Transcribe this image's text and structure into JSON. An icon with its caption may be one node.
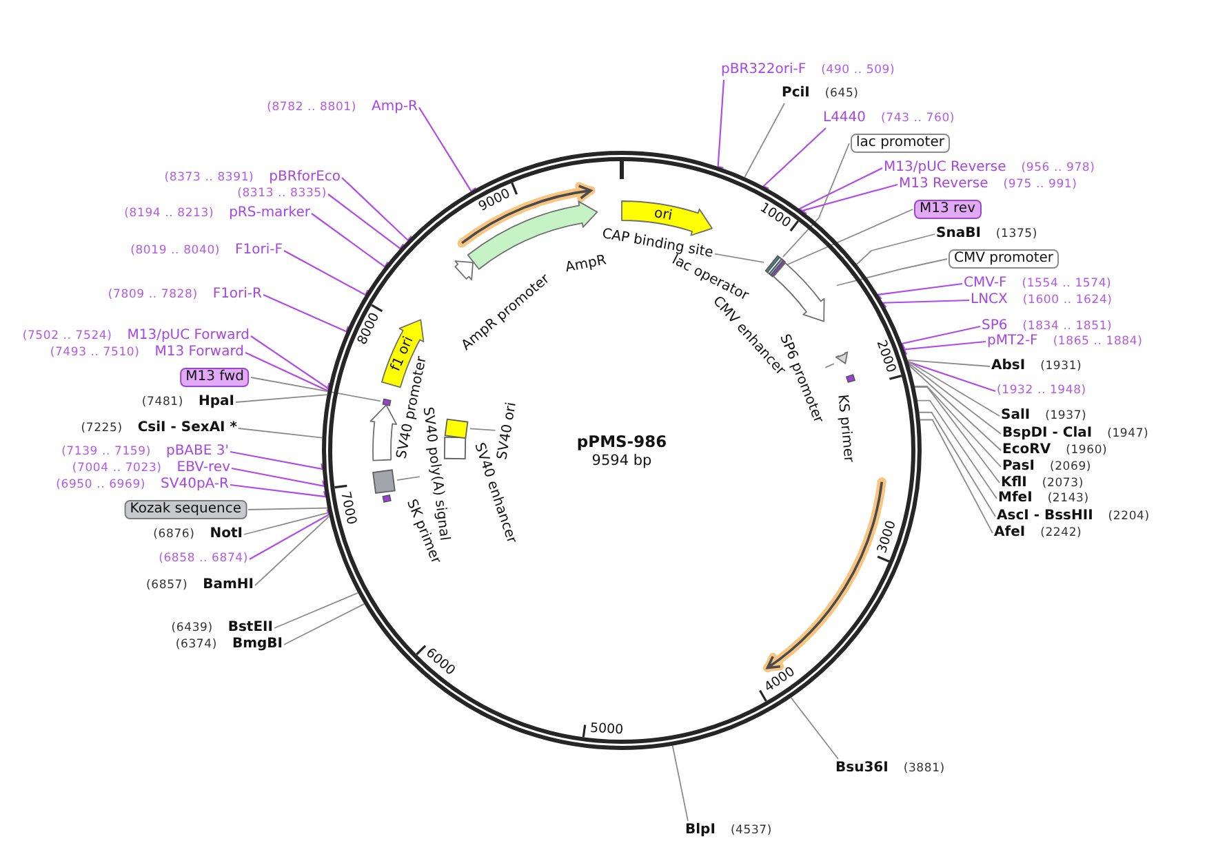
{
  "diagram": {
    "nodes": [
      {
        "text": [
          "pPMS-986",
          "9594 bp"
        ]
      },
      {
        "text": [],
        "shape": "arc",
        "in": 0
      },
      {
        "text": [
          "AmpR promoter"
        ],
        "in": 0
      },
      {
        "text": [
          "AmpR"
        ],
        "in": 0
      },
      {
        "text": [
          "ori"
        ],
        "in": 0
      },
      {
        "text": [],
        "shape": "bar",
        "in": 0
      },
      {
        "text": [],
        "shape": "bar",
        "in": 0
      },
      {
        "text": [
          "lac operator"
        ],
        "in": 0
      },
      {
        "text": [],
        "shape": "bar",
        "in": 0
      },
      {
        "text": [
          "CMV enhancer"
        ],
        "in": 0
      },
      {
        "text": [],
        "shape": "arrow",
        "in": 0
      },
      {
        "text": [
          "SP6 promoter"
        ],
        "in": 0
      },
      {
        "text": [
          "KS primer"
        ],
        "in": 0
      },
      {
        "text": [],
        "shape": "arc",
        "in": 0
      },
      {
        "text": [
          "SK primer"
        ],
        "in": 0
      },
      {
        "text": [],
        "shape": "box",
        "in": 0
      },
      {
        "text": [
          "SV40 poly(A) signal"
        ],
        "in": 0
      },
      {
        "text": [
          "SV40 promoter"
        ],
        "in": 0
      },
      {
        "text": [],
        "shape": "bar",
        "in": 0
      },
      {
        "text": [
          "f1 ori"
        ],
        "in": 0
      },
      {
        "text": [
          "SV40 enhancer"
        ],
        "in": 0
      },
      {
        "text": [],
        "shape": "box",
        "in": 0
      },
      {
        "text": [
          "SV40 ori"
        ],
        "in": 0
      },
      {
        "text": [
          "pBR322ori-F",
          "(490 .. 509)"
        ]
      },
      {
        "text": [
          "PciI",
          "(645)"
        ]
      },
      {
        "text": [
          "L4440",
          "(743 .. 760)"
        ]
      },
      {
        "text": [
          "lac promoter"
        ]
      },
      {
        "text": [
          "M13/pUC Reverse",
          "(956 .. 978)"
        ]
      },
      {
        "text": [
          "M13 Reverse",
          "(975 .. 991)"
        ]
      },
      {
        "text": [
          "M13 rev"
        ]
      },
      {
        "text": [
          "SnaBI",
          "(1375)"
        ]
      },
      {
        "text": [
          "CMV promoter"
        ]
      },
      {
        "text": [
          "CMV-F",
          "(1554 .. 1574)"
        ]
      },
      {
        "text": [
          "LNCX",
          "(1600 .. 1624)"
        ]
      },
      {
        "text": [
          "SP6",
          "(1834 .. 1851)"
        ]
      },
      {
        "text": [
          "pMT2-F",
          "(1865 .. 1884)"
        ]
      },
      {
        "text": [
          "AbsI",
          "(1931)"
        ]
      },
      {
        "text": [
          "(1932 .. 1948)"
        ]
      },
      {
        "text": [
          "SalI",
          "(1937)"
        ]
      },
      {
        "text": [
          "BspDI - ClaI",
          "(1947)"
        ]
      },
      {
        "text": [
          "EcoRV",
          "(1960)"
        ]
      },
      {
        "text": [
          "PasI",
          "(2069)"
        ]
      },
      {
        "text": [
          "KflI",
          "(2073)"
        ]
      },
      {
        "text": [
          "MfeI",
          "(2143)"
        ]
      },
      {
        "text": [
          "AscI - BssHII",
          "(2204)"
        ]
      },
      {
        "text": [
          "AfeI",
          "(2242)"
        ]
      },
      {
        "text": [
          "Bsu36I",
          "(3881)"
        ]
      },
      {
        "text": [
          "BlpI",
          "(4537)"
        ]
      },
      {
        "text": [
          "(8782 .. 8801)",
          "Amp-R"
        ]
      },
      {
        "text": [
          "(8373 .. 8391)",
          "pBRforEco"
        ]
      },
      {
        "text": [
          "(8313 .. 8335)"
        ]
      },
      {
        "text": [
          "(8194 .. 8213)",
          "pRS-marker"
        ]
      },
      {
        "text": [
          "(8019 .. 8040)",
          "F1ori-F"
        ]
      },
      {
        "text": [
          "(7809 .. 7828)",
          "F1ori-R"
        ]
      },
      {
        "text": [
          "(7502 .. 7524)",
          "M13/pUC Forward"
        ]
      },
      {
        "text": [
          "(7493 .. 7510)",
          "M13 Forward"
        ]
      },
      {
        "text": [
          "M13 fwd"
        ]
      },
      {
        "text": [
          "(7481)",
          "HpaI"
        ]
      },
      {
        "text": [
          "(7225)",
          "CsiI - SexAI *"
        ]
      },
      {
        "text": [
          "(7139 .. 7159)",
          "pBABE 3'"
        ]
      },
      {
        "text": [
          "(7004 .. 7023)",
          "EBV-rev"
        ]
      },
      {
        "text": [
          "(6950 .. 6969)",
          "SV40pA-R"
        ]
      },
      {
        "text": [
          "Kozak sequence"
        ]
      },
      {
        "text": [
          "(6876)",
          "NotI"
        ]
      },
      {
        "text": [
          "(6858 .. 6874)"
        ]
      },
      {
        "text": [
          "(6857)",
          "BamHI"
        ]
      },
      {
        "text": [
          "(6439)",
          "BstEII"
        ]
      },
      {
        "text": [
          "(6374)",
          "BmgBI"
        ]
      },
      {
        "text": [
          "CAP binding site"
        ],
        "in": 0
      }
    ],
    "edges": [
      {
        "from": 23,
        "to": 0,
        "arrow": "none",
        "color": "#b04ae8"
      },
      {
        "from": 24,
        "to": 0,
        "arrow": "none"
      },
      {
        "from": 25,
        "to": 0,
        "arrow": "none",
        "color": "#b04ae8"
      },
      {
        "from": 26,
        "to": 6,
        "arrow": "none"
      },
      {
        "from": 27,
        "to": 0,
        "arrow": "none",
        "color": "#b04ae8"
      },
      {
        "from": 28,
        "to": 0,
        "arrow": "none",
        "color": "#b04ae8"
      },
      {
        "from": 29,
        "to": 8,
        "arrow": "none"
      },
      {
        "from": 30,
        "to": 0,
        "arrow": "none"
      },
      {
        "from": 31,
        "to": 9,
        "arrow": "none"
      },
      {
        "from": 32,
        "to": 0,
        "arrow": "none",
        "color": "#b04ae8"
      },
      {
        "from": 33,
        "to": 0,
        "arrow": "none",
        "color": "#b04ae8"
      },
      {
        "from": 34,
        "to": 0,
        "arrow": "none",
        "color": "#b04ae8"
      },
      {
        "from": 35,
        "to": 0,
        "arrow": "none",
        "color": "#b04ae8"
      },
      {
        "from": 36,
        "to": 0,
        "arrow": "none"
      },
      {
        "from": 37,
        "to": 0,
        "arrow": "none",
        "color": "#b04ae8"
      },
      {
        "from": 38,
        "to": 0,
        "arrow": "none"
      },
      {
        "from": 39,
        "to": 0,
        "arrow": "none"
      },
      {
        "from": 40,
        "to": 0,
        "arrow": "none"
      },
      {
        "from": 41,
        "to": 0,
        "arrow": "none"
      },
      {
        "from": 42,
        "to": 0,
        "arrow": "none"
      },
      {
        "from": 43,
        "to": 0,
        "arrow": "none"
      },
      {
        "from": 44,
        "to": 0,
        "arrow": "none"
      },
      {
        "from": 45,
        "to": 0,
        "arrow": "none"
      },
      {
        "from": 46,
        "to": 0,
        "arrow": "none"
      },
      {
        "from": 47,
        "to": 0,
        "arrow": "none"
      },
      {
        "from": 48,
        "to": 0,
        "arrow": "none",
        "color": "#b04ae8"
      },
      {
        "from": 49,
        "to": 0,
        "arrow": "none",
        "color": "#b04ae8"
      },
      {
        "from": 50,
        "to": 0,
        "arrow": "none",
        "color": "#b04ae8"
      },
      {
        "from": 51,
        "to": 0,
        "arrow": "none",
        "color": "#b04ae8"
      },
      {
        "from": 52,
        "to": 0,
        "arrow": "none",
        "color": "#b04ae8"
      },
      {
        "from": 53,
        "to": 0,
        "arrow": "none",
        "color": "#b04ae8"
      },
      {
        "from": 54,
        "to": 0,
        "arrow": "none",
        "color": "#b04ae8"
      },
      {
        "from": 55,
        "to": 0,
        "arrow": "none",
        "color": "#b04ae8"
      },
      {
        "from": 56,
        "to": 18,
        "arrow": "none"
      },
      {
        "from": 57,
        "to": 0,
        "arrow": "none"
      },
      {
        "from": 58,
        "to": 0,
        "arrow": "none"
      },
      {
        "from": 59,
        "to": 0,
        "arrow": "none",
        "color": "#b04ae8"
      },
      {
        "from": 60,
        "to": 0,
        "arrow": "none",
        "color": "#b04ae8"
      },
      {
        "from": 61,
        "to": 0,
        "arrow": "none",
        "color": "#b04ae8"
      },
      {
        "from": 62,
        "to": 0,
        "arrow": "none"
      },
      {
        "from": 63,
        "to": 0,
        "arrow": "none"
      },
      {
        "from": 64,
        "to": 0,
        "arrow": "none",
        "color": "#b04ae8"
      },
      {
        "from": 65,
        "to": 0,
        "arrow": "none"
      },
      {
        "from": 66,
        "to": 0,
        "arrow": "none"
      },
      {
        "from": 67,
        "to": 0,
        "arrow": "none"
      },
      {
        "from": 11,
        "to": 10,
        "arrow": "none"
      },
      {
        "from": 16,
        "to": 15,
        "arrow": "none"
      },
      {
        "from": 22,
        "to": 21,
        "arrow": "none"
      },
      {
        "from": 68,
        "to": 5,
        "arrow": "none"
      }
    ],
    "labels": [
      "1000",
      "2000",
      "3000",
      "4000",
      "5000",
      "6000",
      "7000",
      "8000",
      "9000"
    ]
  }
}
